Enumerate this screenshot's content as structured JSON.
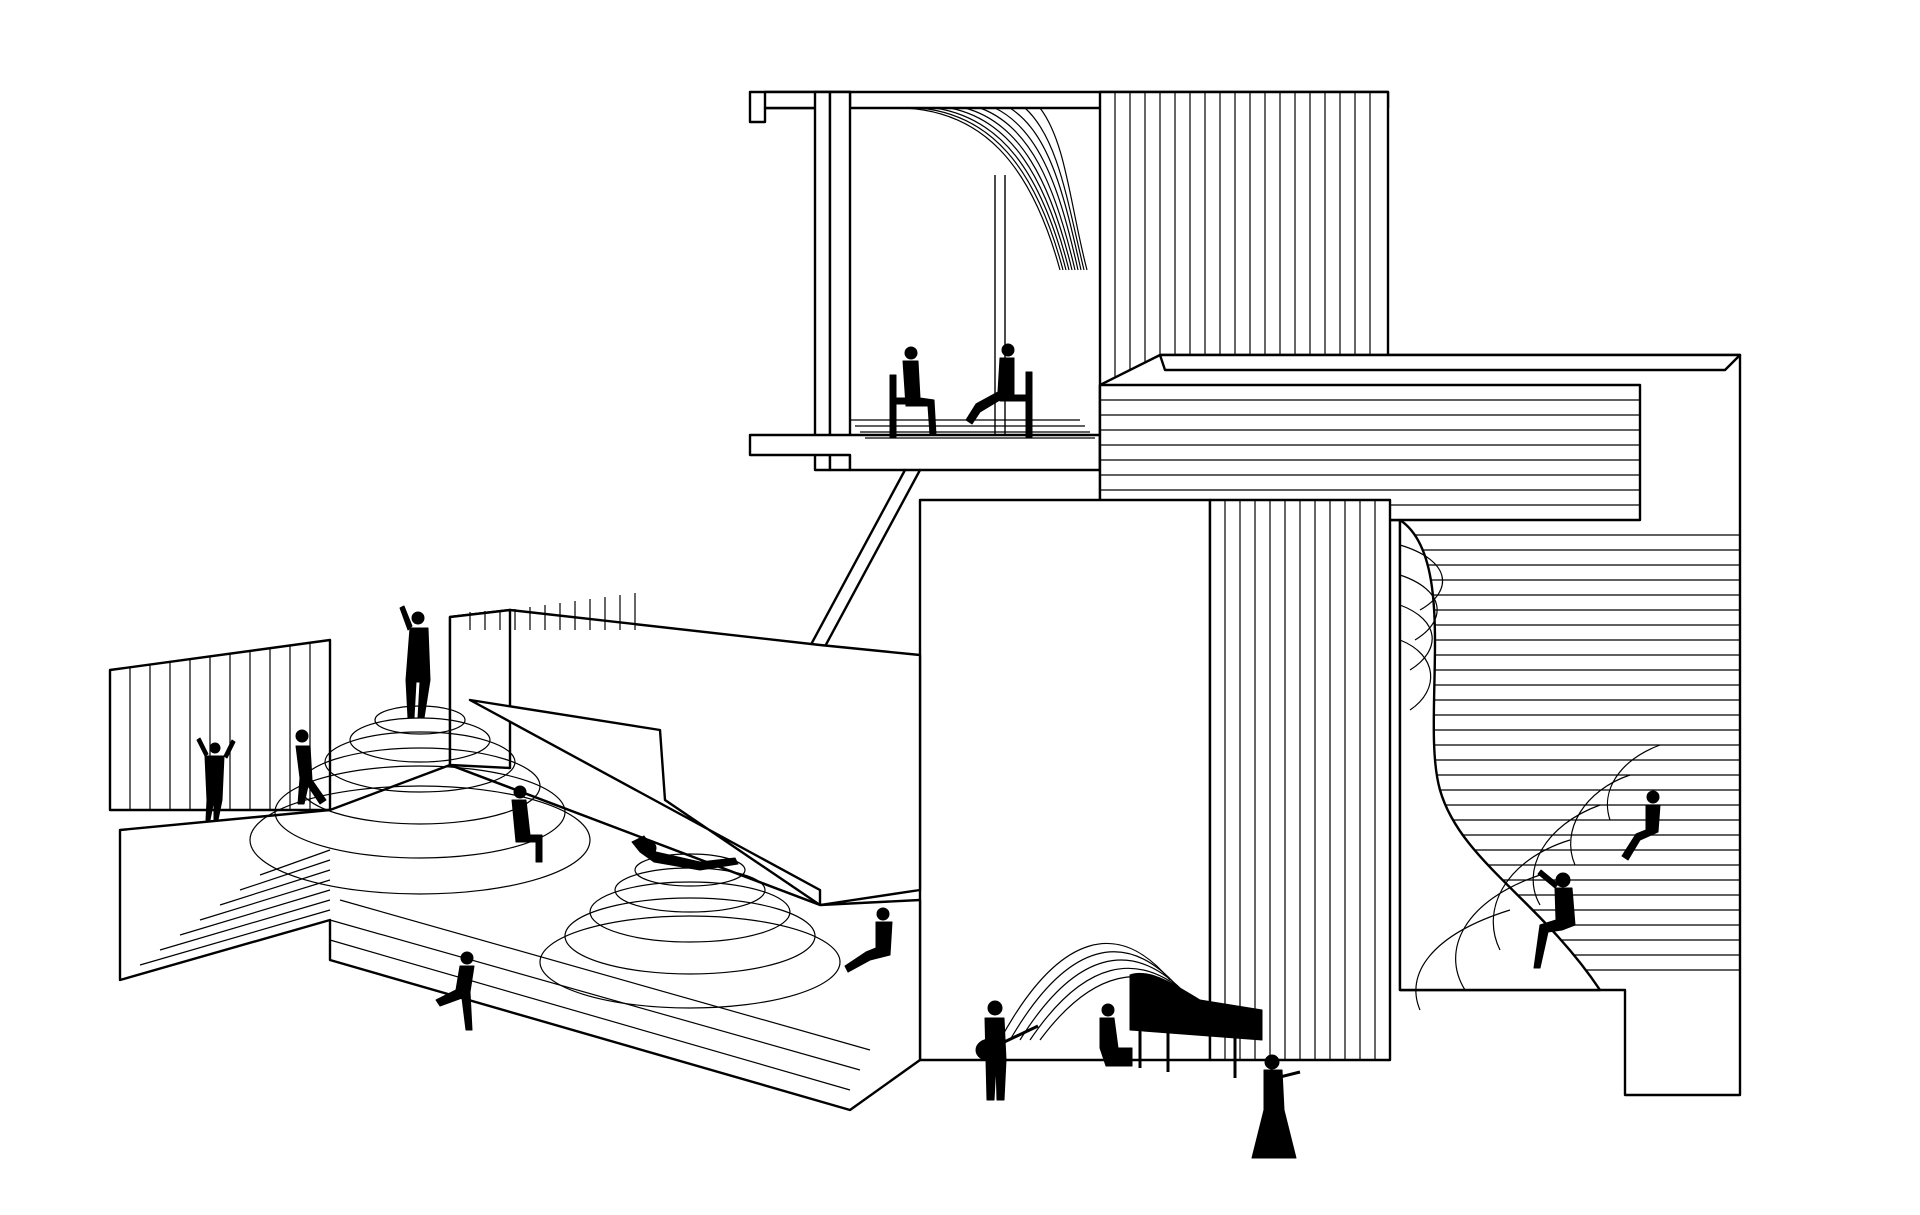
{
  "drawing": {
    "colors": {
      "line": "#000000",
      "background": "#ffffff",
      "figures": "#000000"
    },
    "figures": [
      "person-raising-hand-top-step",
      "person-leaning-wall",
      "person-walking-steps",
      "person-sitting-steps",
      "person-reclining-reading",
      "person-sitting-drinking",
      "person-running",
      "guitar-player",
      "pianist",
      "grand-piano",
      "violinist",
      "seated-person-right-1",
      "seated-person-right-2",
      "seated-person-balcony-1",
      "seated-person-balcony-2"
    ]
  }
}
